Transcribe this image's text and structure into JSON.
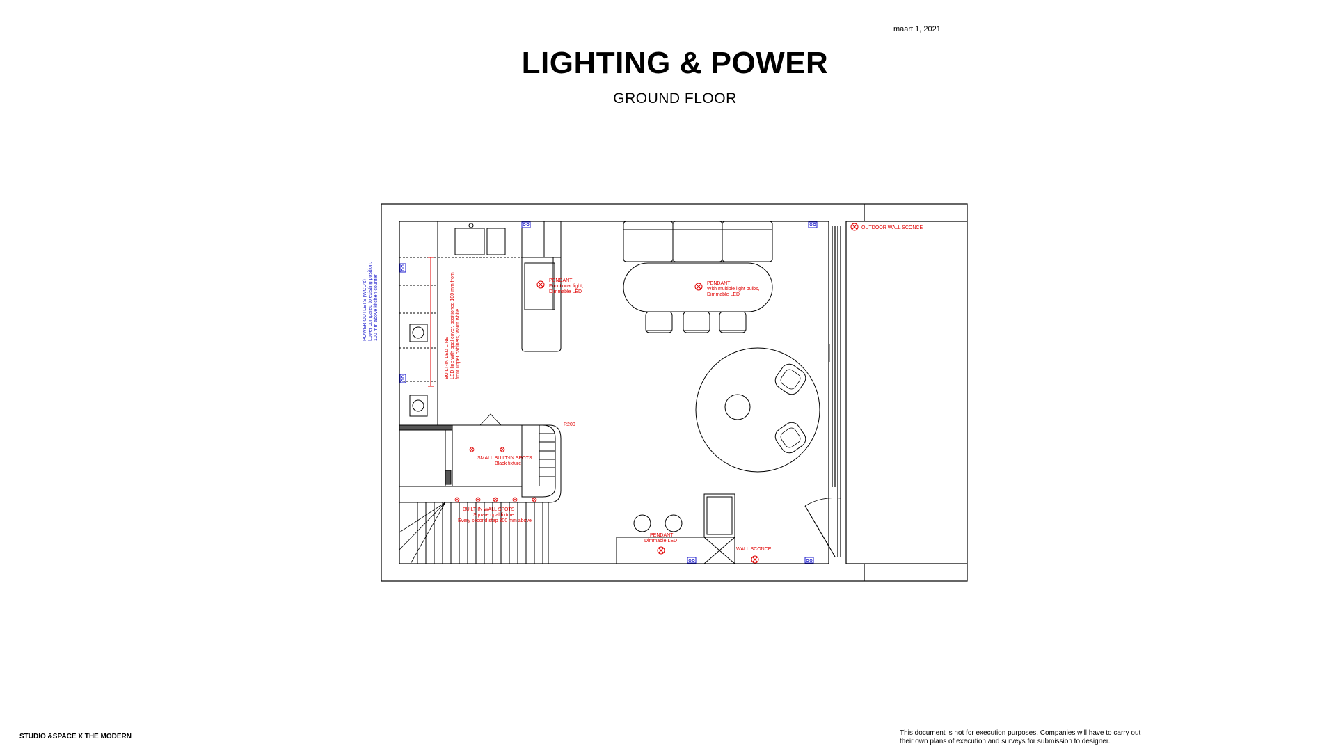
{
  "header": {
    "date": "maart 1, 2021",
    "title": "LIGHTING & POWER",
    "subtitle": "GROUND FLOOR"
  },
  "labels": {
    "outdoor_wall_sconce": "OUTDOOR WALL SCONCE",
    "pendant_kitchen": [
      "PENDANT",
      "Functional light,",
      "Dimmable LED"
    ],
    "pendant_table": [
      "PENDANT",
      "With multiple light bulbs,",
      "Dimmable LED"
    ],
    "power_outlets": [
      "POWER OUTLETS (WCD's)",
      "Lower compared to existing position,",
      "100 mm above kitchen counter"
    ],
    "led_line": [
      "BUILT-IN LED LINE",
      "LED line with opal cover, positioned 100 mm from",
      "front upper cabinets, warm white"
    ],
    "r200": "R200",
    "small_spots": [
      "SMALL BUILT-IN SPOTS",
      "Black fixture"
    ],
    "wall_spots": [
      "BUILT-IN WALL SPOTS",
      "Square opal fixture",
      "Every second step 300 mm above"
    ],
    "pendant_bottom": [
      "PENDANT",
      "Dimmable LED"
    ],
    "wall_sconce": "WALL SCONCE"
  },
  "footer": {
    "left": "STUDIO &SPACE X THE MODERN",
    "disclaimer_line1": "This document is not for execution purposes. Companies will have to carry out",
    "disclaimer_line2": "their own plans of execution and surveys for submission to designer."
  },
  "colors": {
    "lighting": "#e00000",
    "power": "#1a1acc",
    "lines": "#000000"
  },
  "icons": [
    "light-fixture-icon",
    "power-outlet-icon",
    "appliance-socket-icon"
  ]
}
